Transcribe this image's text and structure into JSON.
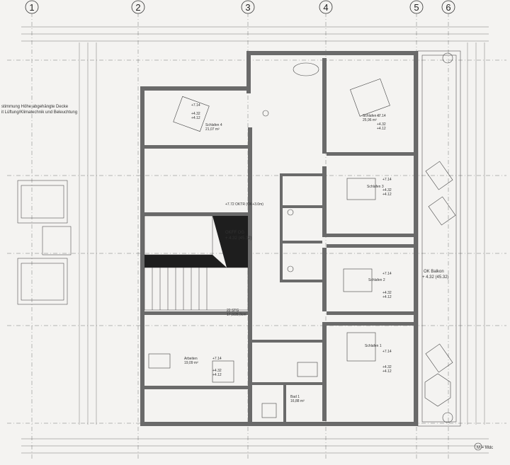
{
  "axes": [
    "1",
    "2",
    "3",
    "4",
    "5",
    "6"
  ],
  "notes": {
    "left_top_1": "stimmung Höhe abgehängte Decke",
    "left_top_2": "it Lüftung/Klimatechnik und Beleuchtung",
    "bottom_right": "M = Mdc"
  },
  "rooms": [
    {
      "id": "r_schlafen4",
      "name": "Schlafen 4",
      "area": "21,07 m²",
      "h1": "+7.14",
      "h2": "+4.32",
      "h3": "+4.12"
    },
    {
      "id": "r_schlafen6",
      "name": "Schlafen 6",
      "area": "25,96 m²",
      "h1": "+7.14",
      "h2": "+4.32",
      "h3": "+4.12"
    },
    {
      "id": "r_schlafen3",
      "name": "Schlafen 3",
      "area": "",
      "h1": "+7.14",
      "h2": "+4.32",
      "h3": "+4.12"
    },
    {
      "id": "r_schlafen2",
      "name": "Schlafen 2",
      "area": "",
      "h1": "+7.14",
      "h2": "+4.32",
      "h3": "+4.12"
    },
    {
      "id": "r_schlafen1",
      "name": "Schlafen 1",
      "area": "",
      "h1": "+7.14",
      "h2": "+4.32",
      "h3": "+4.12"
    },
    {
      "id": "r_arbeiten",
      "name": "Arbeiten",
      "area": "19,09 m²",
      "h1": "+7.14",
      "h2": "+4.32",
      "h3": "+4.12"
    },
    {
      "id": "r_bad",
      "name": "Bad 1",
      "area": "16,88 m²",
      "h1": "",
      "h2": "",
      "h3": ""
    }
  ],
  "labels": {
    "okff": "OKFF OG",
    "okff_val": "+ 4.32 (45.32)",
    "oktreppe": "+7.72 OKTR (OK+3.0m)",
    "balkon": "OK Balkon",
    "balkon_val": "+ 4.32 (45.32)",
    "stg": "22 STG",
    "stg_val": "17,0/28,0cm"
  }
}
